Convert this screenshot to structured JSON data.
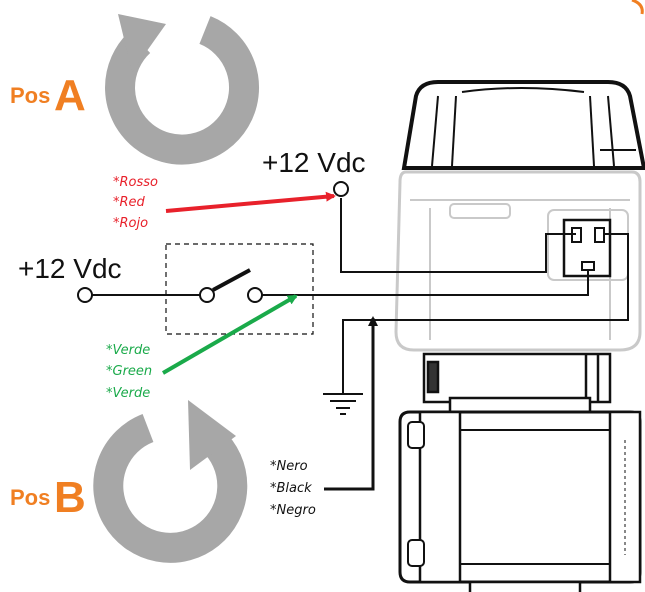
{
  "position_a": {
    "prefix": "Pos",
    "letter": "A"
  },
  "position_b": {
    "prefix": "Pos",
    "letter": "B"
  },
  "supply_top": {
    "label": "+12 Vdc"
  },
  "supply_left": {
    "label": "+12 Vdc"
  },
  "red_wire": {
    "lines": [
      "*Rosso",
      "*Red",
      "*Rojo"
    ]
  },
  "green_wire": {
    "lines": [
      "*Verde",
      "*Green",
      "*Verde"
    ]
  },
  "black_wire": {
    "lines": [
      "*Nero",
      "*Black",
      "*Negro"
    ]
  },
  "colors": {
    "accent_orange": "#f07f22",
    "red_wire": "#e8212b",
    "green_wire": "#1aaa4a",
    "arrow_gray": "#a7a7a7",
    "line_black": "#111111"
  }
}
